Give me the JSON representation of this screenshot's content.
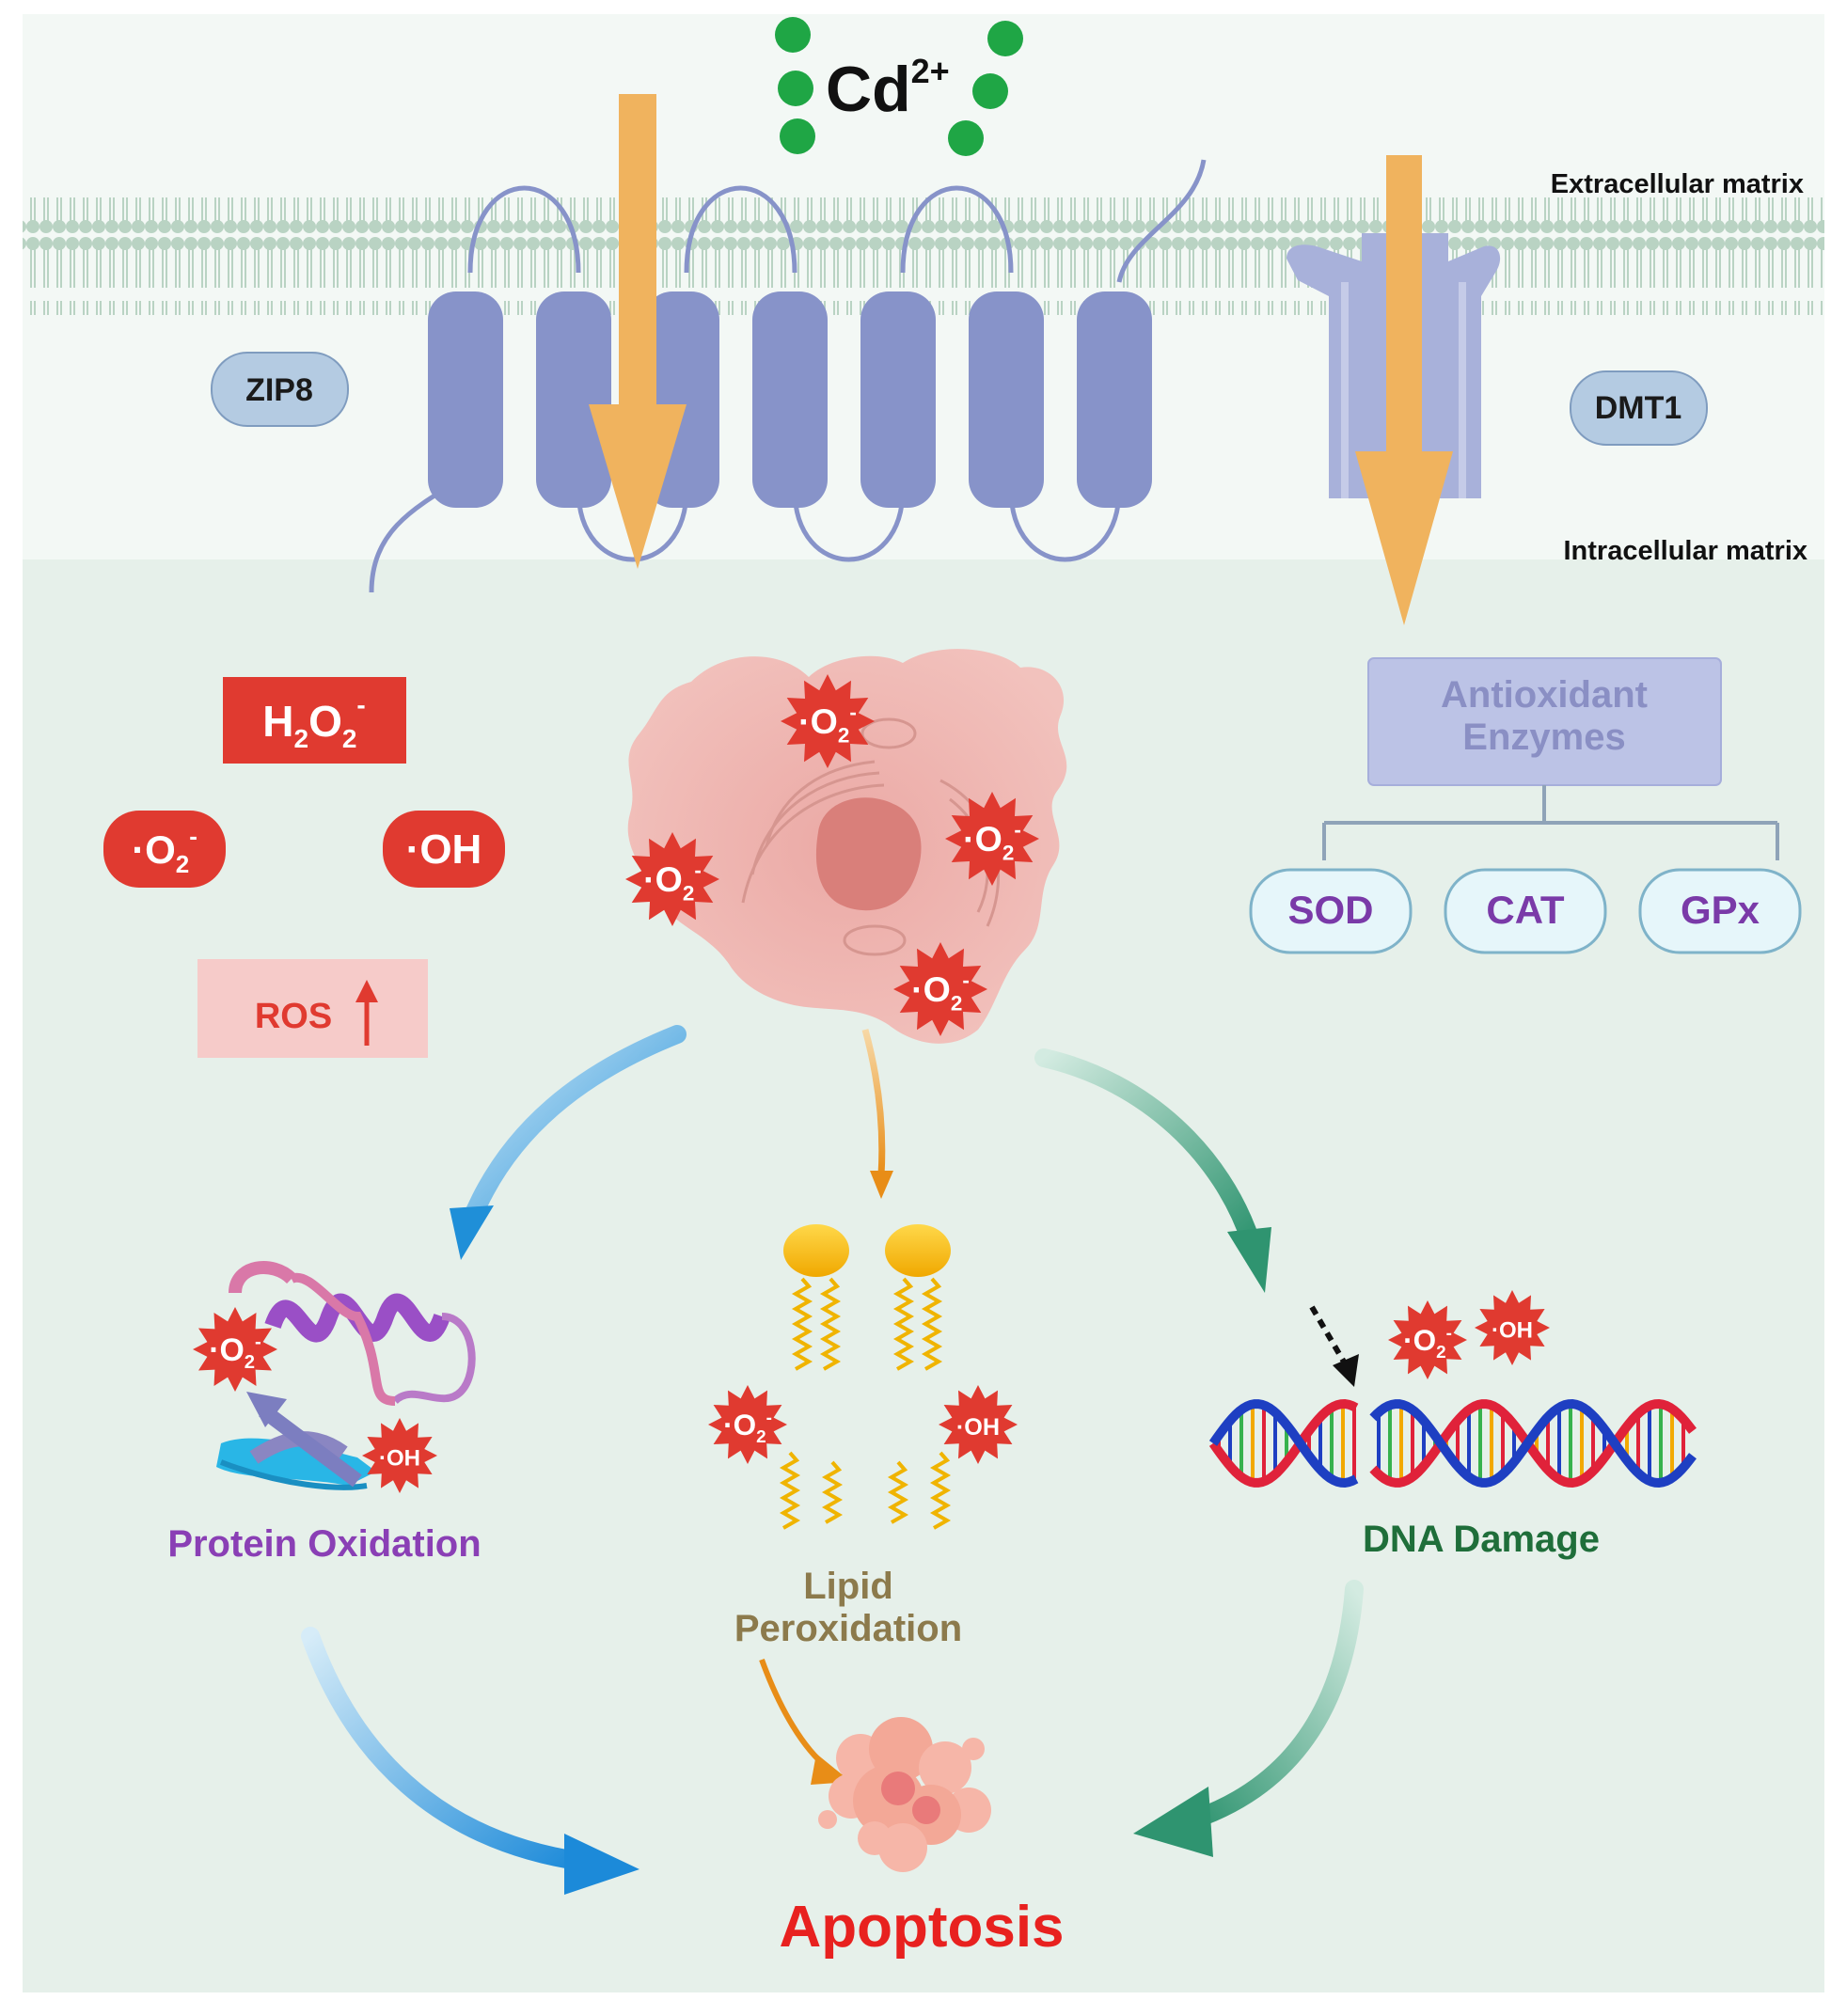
{
  "colors": {
    "ion": "#1fa645",
    "transport_arrow": "#f0b35e",
    "transporter": "#8793c9",
    "ros_red": "#e03a30",
    "protein_label": "#8a3fb5",
    "lipid_label": "#8c7a4c",
    "dna_label": "#1f6e3a",
    "apoptosis_label": "#e8211f",
    "enzyme_label": "#8a8fc4",
    "enzyme_item": "#7a3aa8"
  },
  "ion": {
    "base": "Cd",
    "charge": "2+"
  },
  "membrane": {
    "extracellular_label": "Extracellular matrix",
    "intracellular_label": "Intracellular matrix"
  },
  "transporters": {
    "zip8": "ZIP8",
    "dmt1": "DMT1"
  },
  "ros_legend": {
    "h2o2": {
      "main": "H",
      "sub1": "2",
      "mid": "O",
      "sub2": "2",
      "sup": "-"
    },
    "superoxide": {
      "dot": "·",
      "main": "O",
      "sub": "2",
      "sup": "-"
    },
    "hydroxyl": "·OH",
    "ros_label": "ROS",
    "ros_trend": "up-arrow-icon"
  },
  "radicals": {
    "superoxide": {
      "dot": "·",
      "main": "O",
      "sub": "2",
      "sup": "-"
    },
    "hydroxyl": "·OH"
  },
  "enzymes": {
    "title_line1": "Antioxidant",
    "title_line2": "Enzymes",
    "items": [
      "SOD",
      "CAT",
      "GPx"
    ]
  },
  "outcomes": {
    "protein": "Protein Oxidation",
    "lipid_line1": "Lipid",
    "lipid_line2": "Peroxidation",
    "dna": "DNA Damage",
    "apoptosis": "Apoptosis"
  }
}
